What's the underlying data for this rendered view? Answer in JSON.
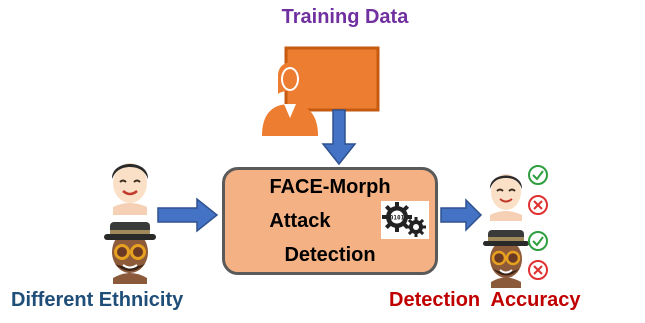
{
  "training_label": "Training Data",
  "detector": {
    "line1": "FACE-Morph",
    "line2": "Attack",
    "line3": "Detection",
    "gear_icon_text": "0101"
  },
  "left_label": "Different Ethnicity",
  "right_label": "Detection  Accuracy",
  "colors": {
    "purple": "#7030a0",
    "blue": "#1f4e79",
    "red": "#c00000",
    "arrow": "#4472c4",
    "orange": "#ed7d31",
    "box": "#f4b183"
  },
  "icons": [
    "teacher-board-icon",
    "asian-face-icon",
    "african-face-icon",
    "gears-icon",
    "check-icon",
    "cross-icon"
  ]
}
